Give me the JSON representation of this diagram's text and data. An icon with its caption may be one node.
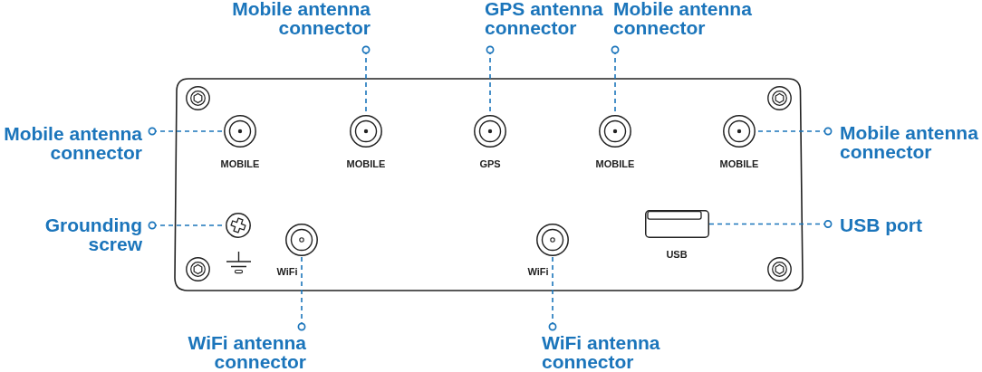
{
  "diagram": {
    "nodes": [
      {
        "text": [
          "Mobile antenna connector"
        ]
      },
      {
        "text": [
          "GPS antenna connector"
        ]
      },
      {
        "text": [
          "Mobile antenna connector"
        ]
      },
      {
        "text": [
          "Mobile antenna connector"
        ]
      },
      {
        "text": [],
        "shape": "circle",
        "beside": [
          "MOBILE"
        ]
      },
      {
        "text": [],
        "shape": "circle",
        "beside": [
          "MOBILE"
        ]
      },
      {
        "text": [],
        "shape": "circle",
        "beside": [
          "GPS"
        ]
      },
      {
        "text": [],
        "shape": "circle",
        "beside": [
          "MOBILE"
        ]
      },
      {
        "text": [],
        "shape": "circle",
        "beside": [
          "MOBILE"
        ]
      },
      {
        "text": [
          "Mobile antenna connector"
        ]
      },
      {
        "text": [
          "Grounding screw"
        ]
      },
      {
        "text": [],
        "shape": "circle"
      },
      {
        "text": [],
        "shape": "circle",
        "beside": [
          "WiFi"
        ]
      },
      {
        "text": [],
        "shape": "circle",
        "beside": [
          "WiFi"
        ]
      },
      {
        "text": [],
        "shape": "box",
        "beside": [
          "USB"
        ]
      },
      {
        "text": [
          "USB port"
        ]
      },
      {
        "text": [
          "WiFi antenna connector"
        ]
      },
      {
        "text": [
          "WiFi antenna connector"
        ]
      }
    ],
    "edges": [
      {
        "from": 0,
        "to": 5,
        "arrow": "other",
        "style": "dashed"
      },
      {
        "from": 1,
        "to": 6,
        "arrow": "other",
        "style": "dashed"
      },
      {
        "from": 2,
        "to": 7,
        "arrow": "other",
        "style": "dashed"
      },
      {
        "from": 3,
        "to": 4,
        "arrow": "other",
        "style": "dashed"
      },
      {
        "from": 9,
        "to": 8,
        "arrow": "other",
        "style": "dashed"
      },
      {
        "from": 10,
        "to": 11,
        "arrow": "other",
        "style": "dashed"
      },
      {
        "from": 15,
        "to": 14,
        "arrow": "other",
        "style": "dashed"
      },
      {
        "from": 16,
        "to": 12,
        "arrow": "other",
        "style": "dashed"
      },
      {
        "from": 17,
        "to": 13,
        "arrow": "other",
        "style": "dashed"
      }
    ]
  }
}
